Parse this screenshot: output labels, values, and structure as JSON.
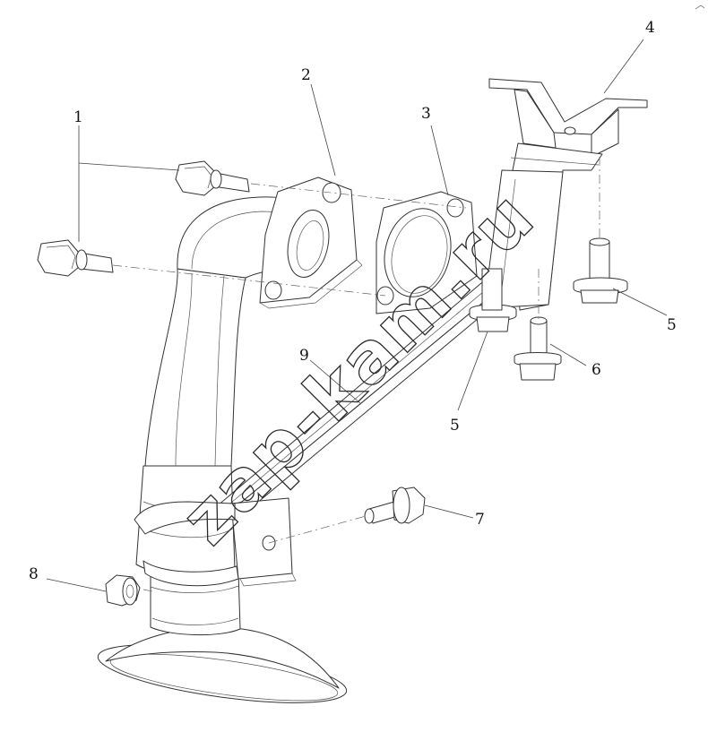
{
  "callouts": [
    {
      "id": "c1",
      "label": "1"
    },
    {
      "id": "c2",
      "label": "2"
    },
    {
      "id": "c3",
      "label": "3"
    },
    {
      "id": "c4",
      "label": "4"
    },
    {
      "id": "c5a",
      "label": "5"
    },
    {
      "id": "c5b",
      "label": "5"
    },
    {
      "id": "c6",
      "label": "6"
    },
    {
      "id": "c7",
      "label": "7"
    },
    {
      "id": "c8",
      "label": "8"
    },
    {
      "id": "c9",
      "label": "9"
    }
  ],
  "watermark": "zap-kam.ru"
}
